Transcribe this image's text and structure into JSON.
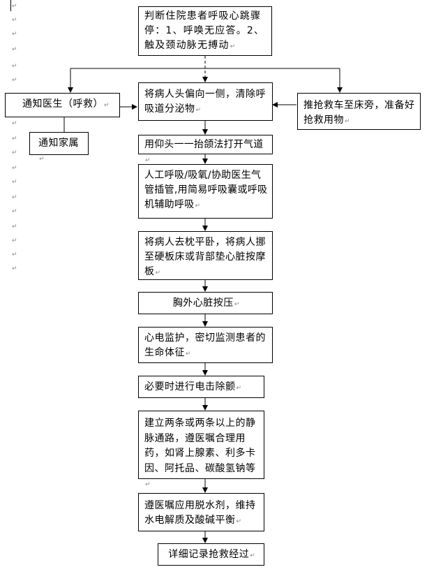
{
  "paragraph_mark": "↵",
  "flowchart": {
    "nodes": {
      "judge": "判断住院患者呼吸心跳骤停：1、呼唤无应答。2、触及颈动脉无搏动",
      "notify_doctor": "通知医生（呼救）",
      "head_tilt": "将病人头偏向一侧，清除呼吸道分泌物",
      "cart": "推抢救车至床旁，准备好抢救用物",
      "notify_family": "通知家属",
      "airway": "用仰头一一抬颌法打开气道",
      "breathing": "人工呼吸/吸氧/协助医生气管插管,用简易呼吸囊或呼吸机辅助呼吸",
      "board": "将病人去枕平卧，将病人挪至硬板床或背部垫心脏按摩板",
      "compression": "胸外心脏按压",
      "monitor": "心电监护，密切监测患者的生命体征",
      "defib": "必要时进行电击除颤",
      "iv": "建立两条或两条以上的静脉通路，遵医嘱合理用药，如肾上腺素、利多卡因、阿托品、碳酸氢钠等",
      "dehydrate": "遵医嘱应用脱水剂，维持水电解质及酸碱平衡",
      "record": "详细记录抢救经过"
    }
  }
}
